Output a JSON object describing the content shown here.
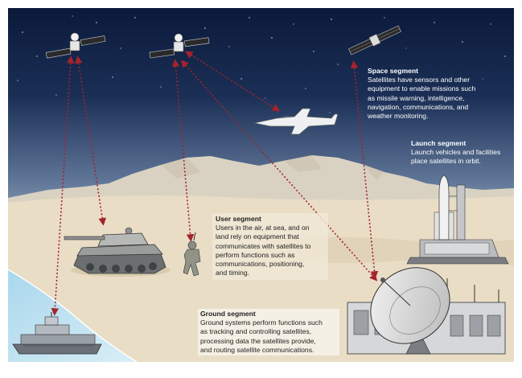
{
  "segments": {
    "space": {
      "title": "Space segment",
      "lines": [
        "Satellites have sensors and other",
        "equipment to enable missions such",
        "as missile warning, intelligence,",
        "navigation, communications, and",
        "weather monitoring."
      ]
    },
    "launch": {
      "title": "Launch segment",
      "lines": [
        "Launch vehicles and facilities",
        "place satellites in orbit."
      ]
    },
    "user": {
      "title": "User segment",
      "lines": [
        "Users in the air, at sea, and on",
        "land rely on equipment that",
        "communicates with satellites to",
        "perform functions such as",
        "communications, positioning,",
        "and timing."
      ]
    },
    "ground": {
      "title": "Ground segment",
      "lines": [
        "Ground systems perform functions such",
        "as tracking and controlling satellites,",
        "processing data the satellites provide,",
        "and routing satellite communications."
      ]
    }
  },
  "colors": {
    "link_arrow": "#a3232d",
    "sky_top": "#0d1c3d",
    "sky_bottom": "#d7dde4",
    "desert": "#e8dcc4",
    "sea": "#bfe0ee"
  },
  "icons": [
    "satellite-icon",
    "fighter-jet-icon",
    "tank-icon",
    "soldier-icon",
    "warship-icon",
    "rocket-icon",
    "satellite-dish-icon"
  ]
}
